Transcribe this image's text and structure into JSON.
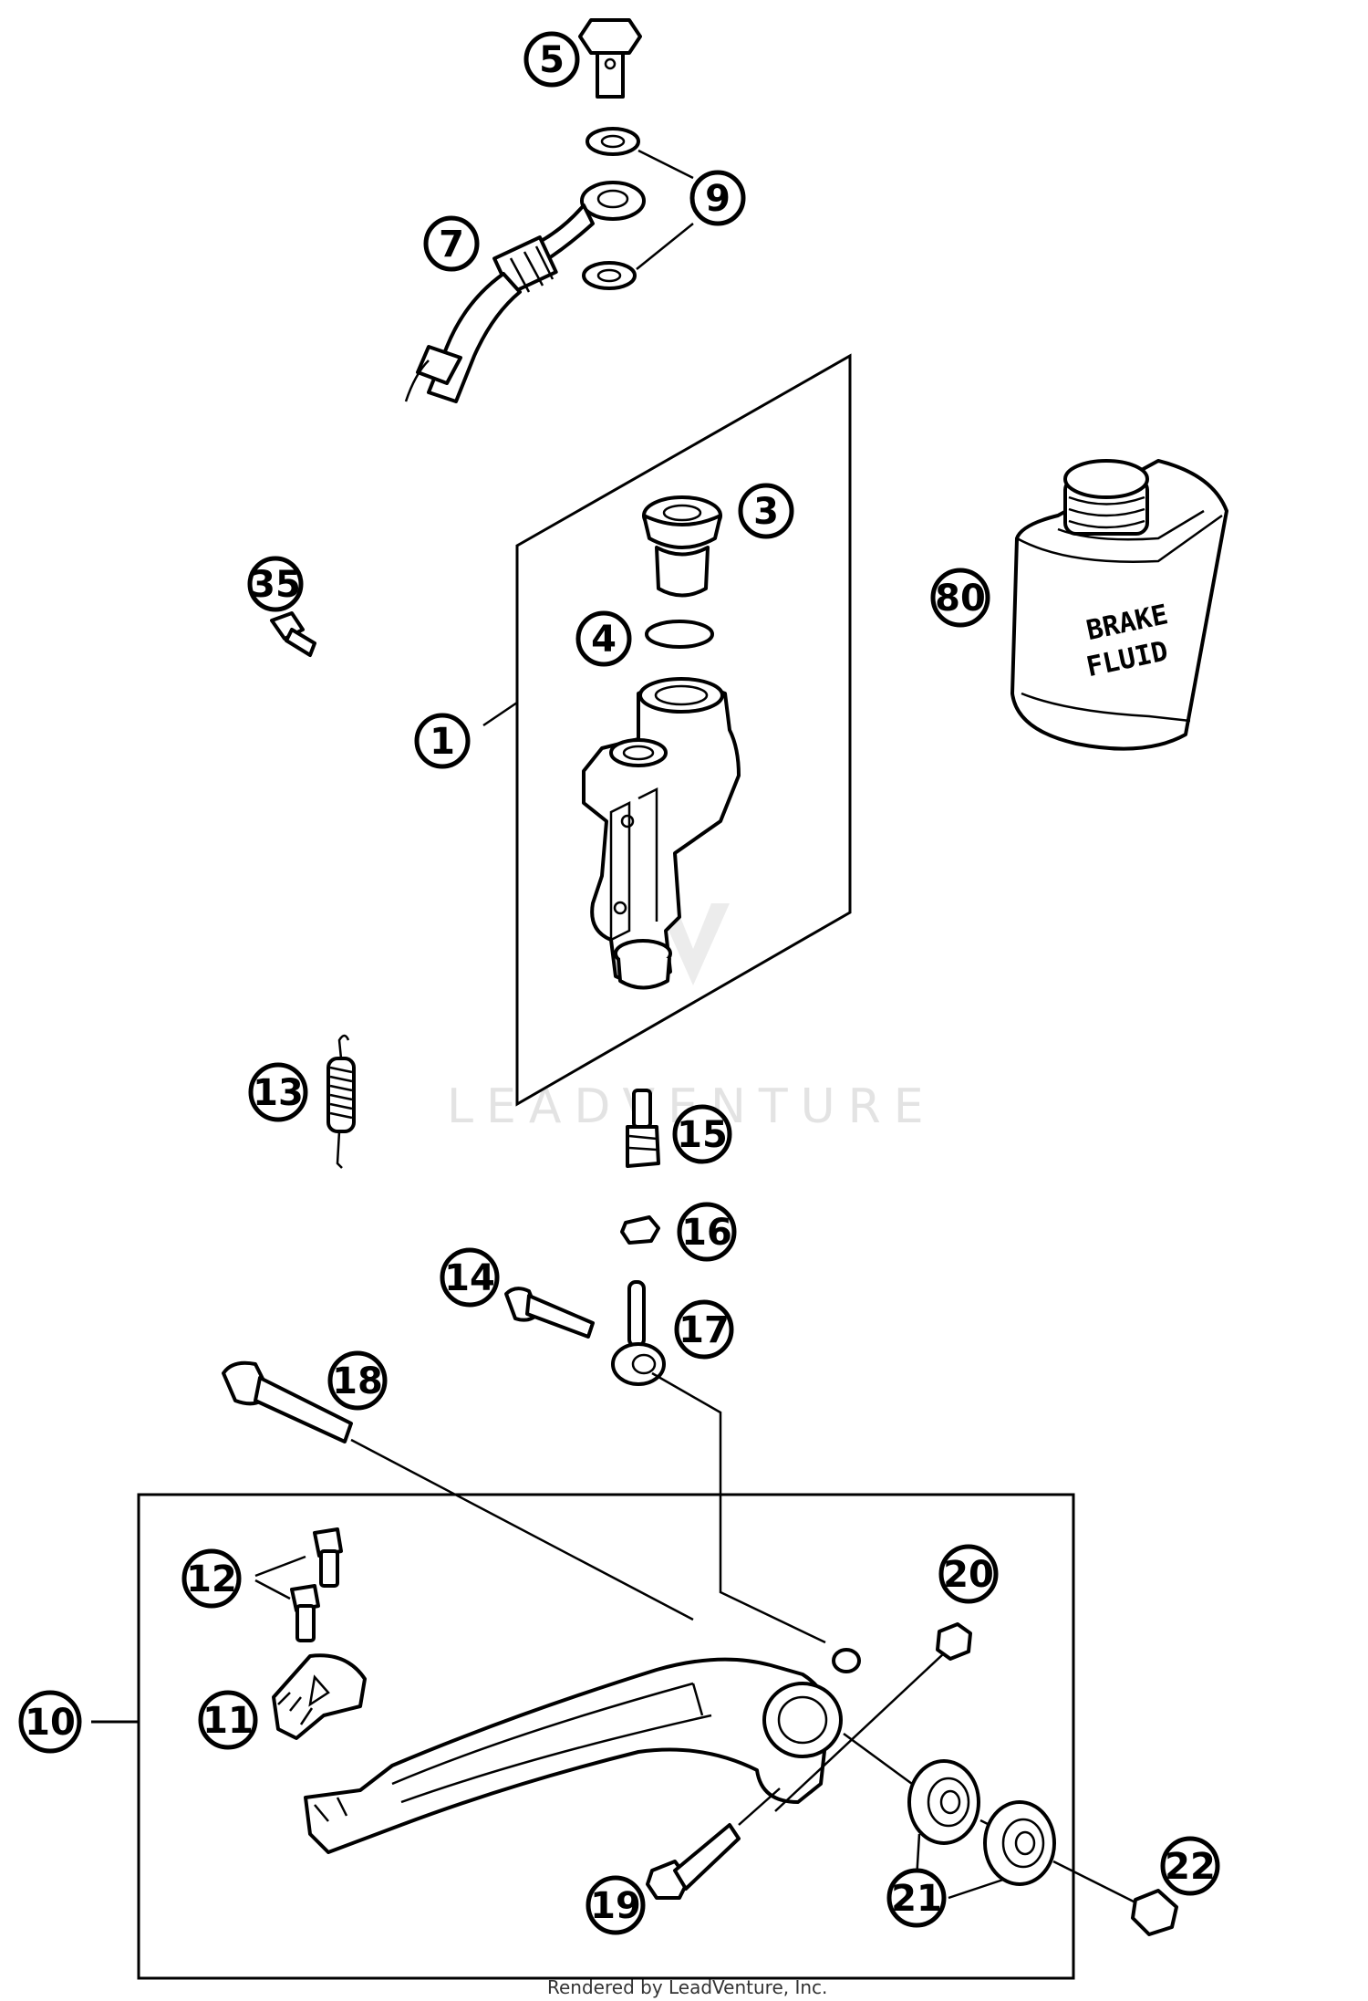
{
  "callouts": [
    {
      "id": "c5",
      "label": "5"
    },
    {
      "id": "c9",
      "label": "9"
    },
    {
      "id": "c7",
      "label": "7"
    },
    {
      "id": "c3",
      "label": "3"
    },
    {
      "id": "c35",
      "label": "35"
    },
    {
      "id": "c80",
      "label": "80"
    },
    {
      "id": "c4",
      "label": "4"
    },
    {
      "id": "c1",
      "label": "1"
    },
    {
      "id": "c13",
      "label": "13"
    },
    {
      "id": "c15",
      "label": "15"
    },
    {
      "id": "c16",
      "label": "16"
    },
    {
      "id": "c14",
      "label": "14"
    },
    {
      "id": "c17",
      "label": "17"
    },
    {
      "id": "c18",
      "label": "18"
    },
    {
      "id": "c12",
      "label": "12"
    },
    {
      "id": "c20",
      "label": "20"
    },
    {
      "id": "c10",
      "label": "10"
    },
    {
      "id": "c11",
      "label": "11"
    },
    {
      "id": "c19",
      "label": "19"
    },
    {
      "id": "c21",
      "label": "21"
    },
    {
      "id": "c22",
      "label": "22"
    }
  ],
  "bottle": {
    "line1": "BRAKE",
    "line2": "FLUID"
  },
  "watermark": "LEADVENTURE",
  "credit": "Rendered by LeadVenture, Inc."
}
